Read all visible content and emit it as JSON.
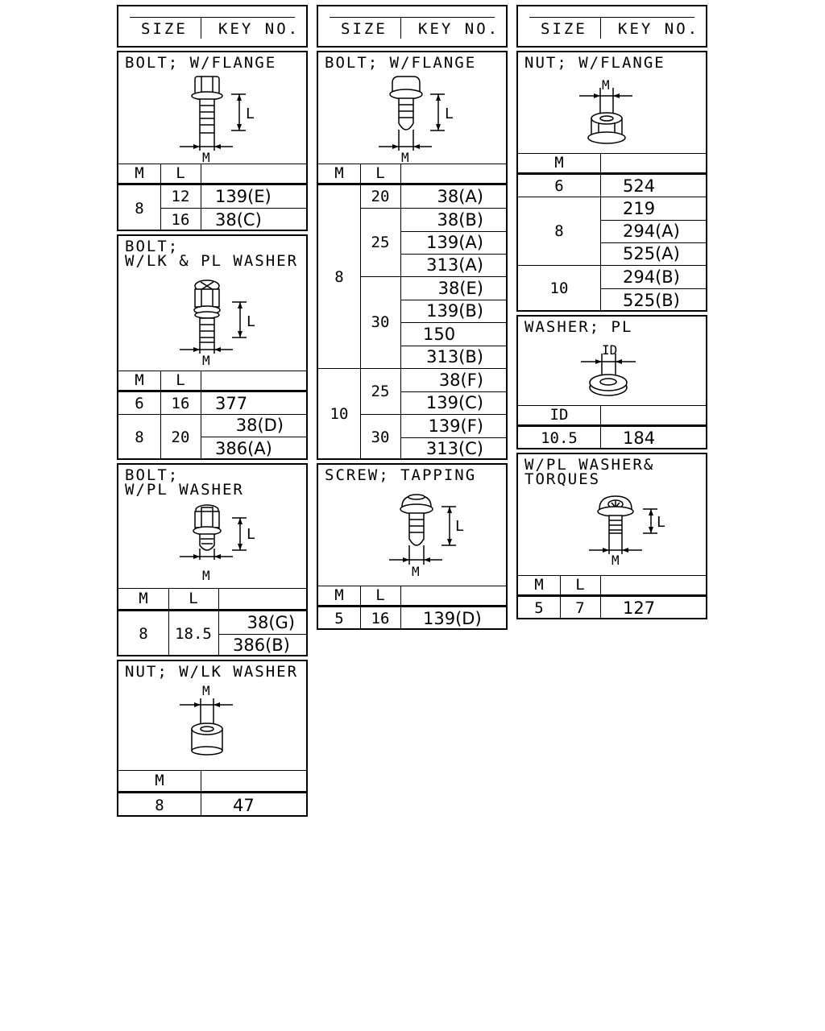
{
  "header": {
    "size": "SIZE",
    "key": "KEY NO."
  },
  "dims": {
    "m": "M",
    "l": "L",
    "id": "ID"
  },
  "bolt_flange_a": {
    "title": "BOLT; W/FLANGE",
    "rows": [
      {
        "m": "8",
        "l": "12",
        "key": "139(E)"
      },
      {
        "m": "8",
        "l": "16",
        "key": "38(C)"
      }
    ]
  },
  "bolt_lk_pl": {
    "title": "BOLT;\nW/LK & PL WASHER",
    "rows": [
      {
        "m": "6",
        "l": "16",
        "key": "377"
      },
      {
        "m": "8",
        "l": "20",
        "key": "38(D)"
      },
      {
        "m": "8",
        "l": "20",
        "key": "386(A)"
      }
    ]
  },
  "bolt_pl": {
    "title": "BOLT;\nW/PL WASHER",
    "rows": [
      {
        "m": "8",
        "l": "18.5",
        "key": "38(G)"
      },
      {
        "m": "8",
        "l": "18.5",
        "key": "386(B)"
      }
    ]
  },
  "nut_lk": {
    "title": "NUT; W/LK WASHER",
    "rows": [
      {
        "m": "8",
        "key": "47"
      }
    ]
  },
  "bolt_flange_b": {
    "title": "BOLT; W/FLANGE",
    "m8": "8",
    "m10": "10",
    "l20": "20",
    "l25": "25",
    "l30": "30",
    "keys": [
      "38(A)",
      "38(B)",
      "139(A)",
      "313(A)",
      "38(E)",
      "139(B)",
      "150",
      "313(B)",
      "38(F)",
      "139(C)",
      "139(F)",
      "313(C)"
    ]
  },
  "screw": {
    "title": "SCREW; TAPPING",
    "rows": [
      {
        "m": "5",
        "l": "16",
        "key": "139(D)"
      }
    ]
  },
  "nut_flange": {
    "title": "NUT; W/FLANGE",
    "m6": "6",
    "m8": "8",
    "m10": "10",
    "keys": [
      "524",
      "219",
      "294(A)",
      "525(A)",
      "294(B)",
      "525(B)"
    ]
  },
  "washer_pl": {
    "title": "WASHER; PL",
    "rows": [
      {
        "id": "10.5",
        "key": "184"
      }
    ]
  },
  "pl_torques": {
    "title": "W/PL WASHER&\nTORQUES",
    "rows": [
      {
        "m": "5",
        "l": "7",
        "key": "127"
      }
    ]
  }
}
